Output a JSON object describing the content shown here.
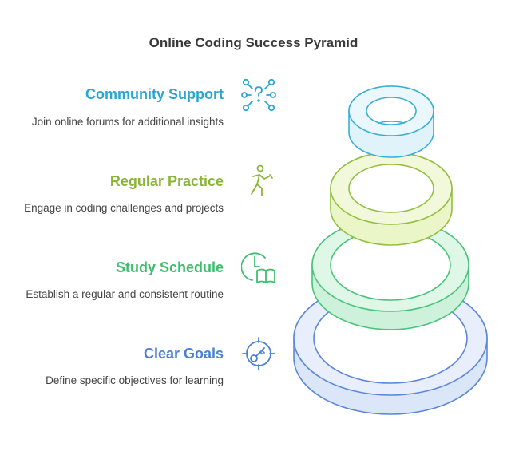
{
  "title": "Online Coding Success Pyramid",
  "levels": [
    {
      "heading": "Community Support",
      "description": "Join online forums for additional insights",
      "color": "#2aa6cf",
      "icon": "network-question-icon"
    },
    {
      "heading": "Regular Practice",
      "description": "Engage in coding challenges and projects",
      "color": "#8ab53a",
      "icon": "person-exercise-icon"
    },
    {
      "heading": "Study Schedule",
      "description": "Establish a regular and consistent routine",
      "color": "#3fbd6e",
      "icon": "clock-book-icon"
    },
    {
      "heading": "Clear Goals",
      "description": "Define specific objectives for learning",
      "color": "#4c7fd6",
      "icon": "target-key-icon"
    }
  ]
}
